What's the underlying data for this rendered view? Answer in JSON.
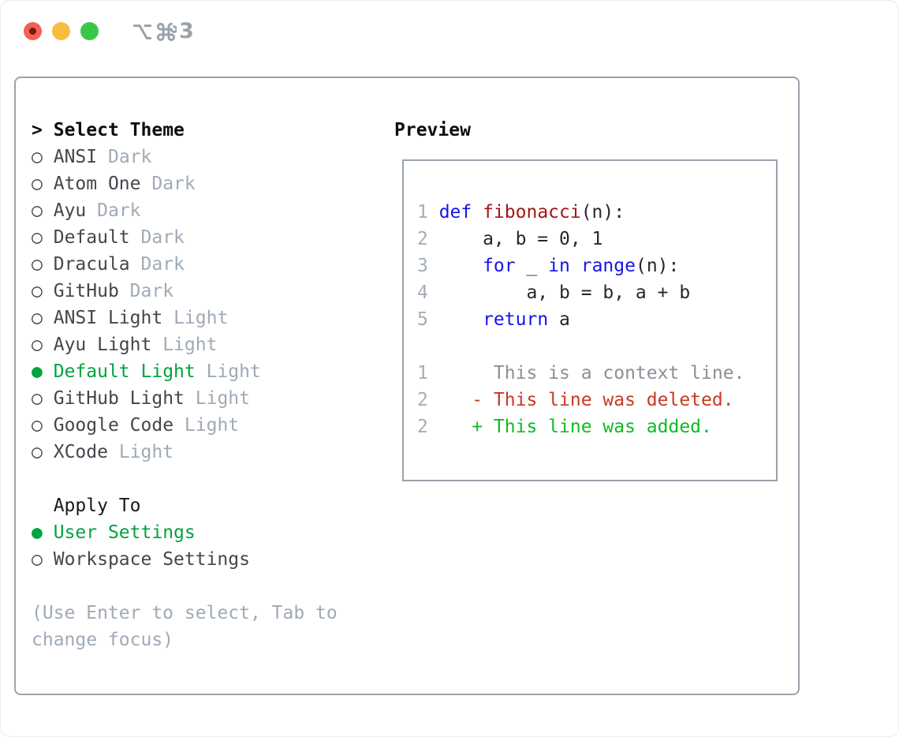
{
  "window": {
    "shortcut_label": "⌥⌘3",
    "shortcut_number": "3",
    "traffic_lights": [
      "close",
      "minimize",
      "zoom"
    ]
  },
  "colors": {
    "panel_border": "#9aa3ad",
    "heading_text": "#0b0e12",
    "item_text": "#42474d",
    "muted_gray": "#9faab6",
    "line_number_gray": "#a4aeb8",
    "context_gray": "#8a9096",
    "code_text": "#24282d",
    "keyword_blue": "#1414e8",
    "function_red": "#a31616",
    "deleted_red": "#c63a24",
    "added_green": "#10bb22",
    "selected_green": "#00a33e",
    "titlebar_gray": "#9aa1a8",
    "traffic_red": "#f36055",
    "traffic_yellow": "#f7bd40",
    "traffic_green": "#39c74a"
  },
  "theme_panel": {
    "heading_prefix": ">",
    "heading": "Select Theme",
    "items": [
      {
        "name": "ANSI",
        "variant": "Dark",
        "selected": false
      },
      {
        "name": "Atom One",
        "variant": "Dark",
        "selected": false
      },
      {
        "name": "Ayu",
        "variant": "Dark",
        "selected": false
      },
      {
        "name": "Default",
        "variant": "Dark",
        "selected": false
      },
      {
        "name": "Dracula",
        "variant": "Dark",
        "selected": false
      },
      {
        "name": "GitHub",
        "variant": "Dark",
        "selected": false
      },
      {
        "name": "ANSI Light",
        "variant": "Light",
        "selected": false
      },
      {
        "name": "Ayu Light",
        "variant": "Light",
        "selected": false
      },
      {
        "name": "Default Light",
        "variant": "Light",
        "selected": true
      },
      {
        "name": "GitHub Light",
        "variant": "Light",
        "selected": false
      },
      {
        "name": "Google Code",
        "variant": "Light",
        "selected": false
      },
      {
        "name": "XCode",
        "variant": "Light",
        "selected": false
      }
    ],
    "apply_to": {
      "heading": "Apply To",
      "options": [
        {
          "name": "User Settings",
          "selected": true
        },
        {
          "name": "Workspace Settings",
          "selected": false
        }
      ]
    },
    "hint": "(Use Enter to select, Tab to change focus)"
  },
  "preview": {
    "heading": "Preview",
    "lines": [
      {
        "kind": "code",
        "num": "1",
        "segments": [
          {
            "text": "def ",
            "cls": "kw"
          },
          {
            "text": "fibonacci",
            "cls": "fn"
          },
          {
            "text": "(n):",
            "cls": "plain"
          }
        ]
      },
      {
        "kind": "code",
        "num": "2",
        "segments": [
          {
            "text": "    a, b = 0, 1",
            "cls": "plain"
          }
        ]
      },
      {
        "kind": "code",
        "num": "3",
        "segments": [
          {
            "text": "    ",
            "cls": "plain"
          },
          {
            "text": "for",
            "cls": "kw"
          },
          {
            "text": " _ ",
            "cls": "plain"
          },
          {
            "text": "in",
            "cls": "kw"
          },
          {
            "text": " ",
            "cls": "plain"
          },
          {
            "text": "range",
            "cls": "kw"
          },
          {
            "text": "(n):",
            "cls": "plain"
          }
        ]
      },
      {
        "kind": "code",
        "num": "4",
        "segments": [
          {
            "text": "        a, b = b, a + b",
            "cls": "plain"
          }
        ]
      },
      {
        "kind": "code",
        "num": "5",
        "segments": [
          {
            "text": "    ",
            "cls": "plain"
          },
          {
            "text": "return",
            "cls": "kw"
          },
          {
            "text": " a",
            "cls": "plain"
          }
        ]
      },
      {
        "kind": "blank",
        "num": "",
        "segments": []
      },
      {
        "kind": "diff-context",
        "num": "1",
        "segments": [
          {
            "text": "     This is a context line.",
            "cls": "ctx"
          }
        ]
      },
      {
        "kind": "diff-deleted",
        "num": "2",
        "segments": [
          {
            "text": "   ",
            "cls": "plain"
          },
          {
            "text": "- This line was deleted.",
            "cls": "del"
          }
        ]
      },
      {
        "kind": "diff-added",
        "num": "2",
        "segments": [
          {
            "text": "   ",
            "cls": "plain"
          },
          {
            "text": "+ This line was added.",
            "cls": "add"
          }
        ]
      }
    ]
  }
}
